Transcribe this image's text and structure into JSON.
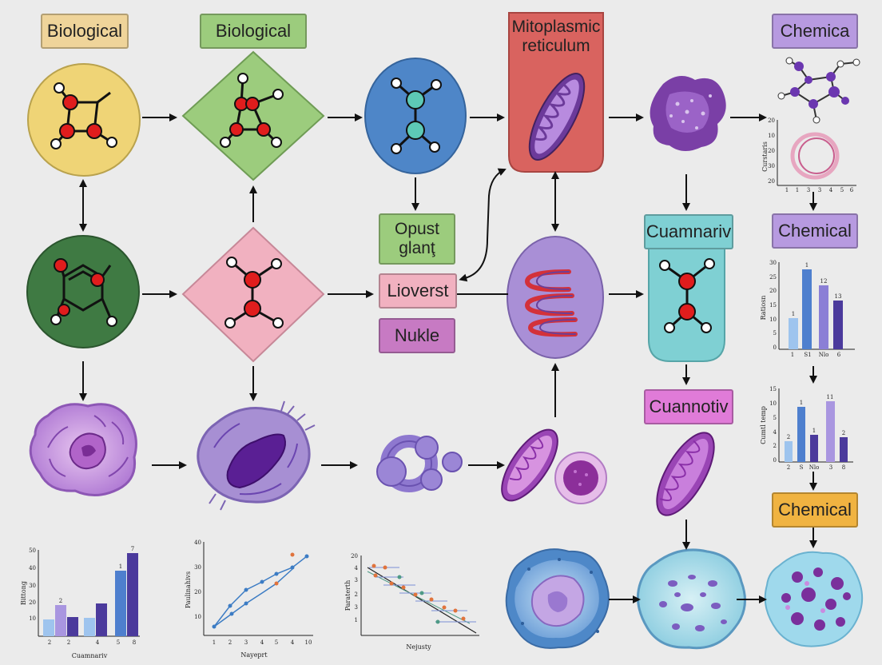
{
  "labels": {
    "biological_1": "Biological",
    "biological_2": "Biological",
    "mitoplasmic": "Mitoplasmic\nreticulum",
    "chemica": "Chemica",
    "opust": "Opust\nglanţ",
    "lioverst": "Lioverst",
    "nukle": "Nukle",
    "cuamnariv": "Cuamnariv",
    "chemical_2": "Chemical",
    "cuannotiv": "Cuannotiv",
    "chemical_3": "Chemical"
  },
  "colors": {
    "background": "#ebebeb",
    "yellow": "#efd476",
    "green": "#9ccc7d",
    "blue": "#4e86c8",
    "red": "#d9635f",
    "dark_green": "#3f7a43",
    "pink": "#f1b1c0",
    "lavender": "#a98fd6",
    "teal": "#7fd0d3",
    "magenta": "#e07bd8",
    "purple_tag": "#b79ae0",
    "orange": "#f0b341"
  },
  "mini_charts": {
    "bar_bottom_left": {
      "y_ticks": [
        "50",
        "40",
        "30",
        "20",
        "10"
      ],
      "x_ticks": [
        "2",
        "2",
        "4",
        "5",
        "8"
      ],
      "ylabel": "Bittong",
      "xlabel": "Cuamnariv",
      "bar_labels": [
        "2",
        "1",
        "7"
      ]
    },
    "line_bottom": {
      "y_ticks": [
        "40",
        "30",
        "20",
        "10"
      ],
      "x_ticks": [
        "1",
        "2",
        "3",
        "4",
        "5",
        "4",
        "10"
      ],
      "ylabel": "Paulinahivs",
      "xlabel": "Nayeprt"
    },
    "scatter_bottom": {
      "y_ticks": [
        "20",
        "4",
        "3",
        "2",
        "3",
        "1"
      ],
      "ylabel": "Paraterth",
      "xlabel": "Nejusty"
    },
    "bar_right_1": {
      "y_ticks": [
        "30",
        "25",
        "20",
        "15",
        "10",
        "5",
        "0"
      ],
      "x_ticks": [
        "1",
        "S1",
        "Nlo",
        "6"
      ],
      "ylabel": "Ratiosn",
      "bar_labels": [
        "1",
        "1",
        "12",
        "13"
      ]
    },
    "bar_right_2": {
      "y_ticks": [
        "15",
        "10",
        "5",
        "4",
        "2",
        "0"
      ],
      "x_ticks": [
        "2",
        "S",
        "Nlo",
        "3",
        "8"
      ],
      "ylabel": "Cumtl temp",
      "bar_labels": [
        "2",
        "1",
        "1",
        "11",
        "2"
      ]
    },
    "circle_chart": {
      "y_ticks": [
        "20",
        "10",
        "20",
        "30",
        "20"
      ],
      "x_ticks": [
        "1",
        "1",
        "3",
        "3",
        "4",
        "5",
        "6"
      ],
      "ylabel": "Curstaris"
    }
  }
}
